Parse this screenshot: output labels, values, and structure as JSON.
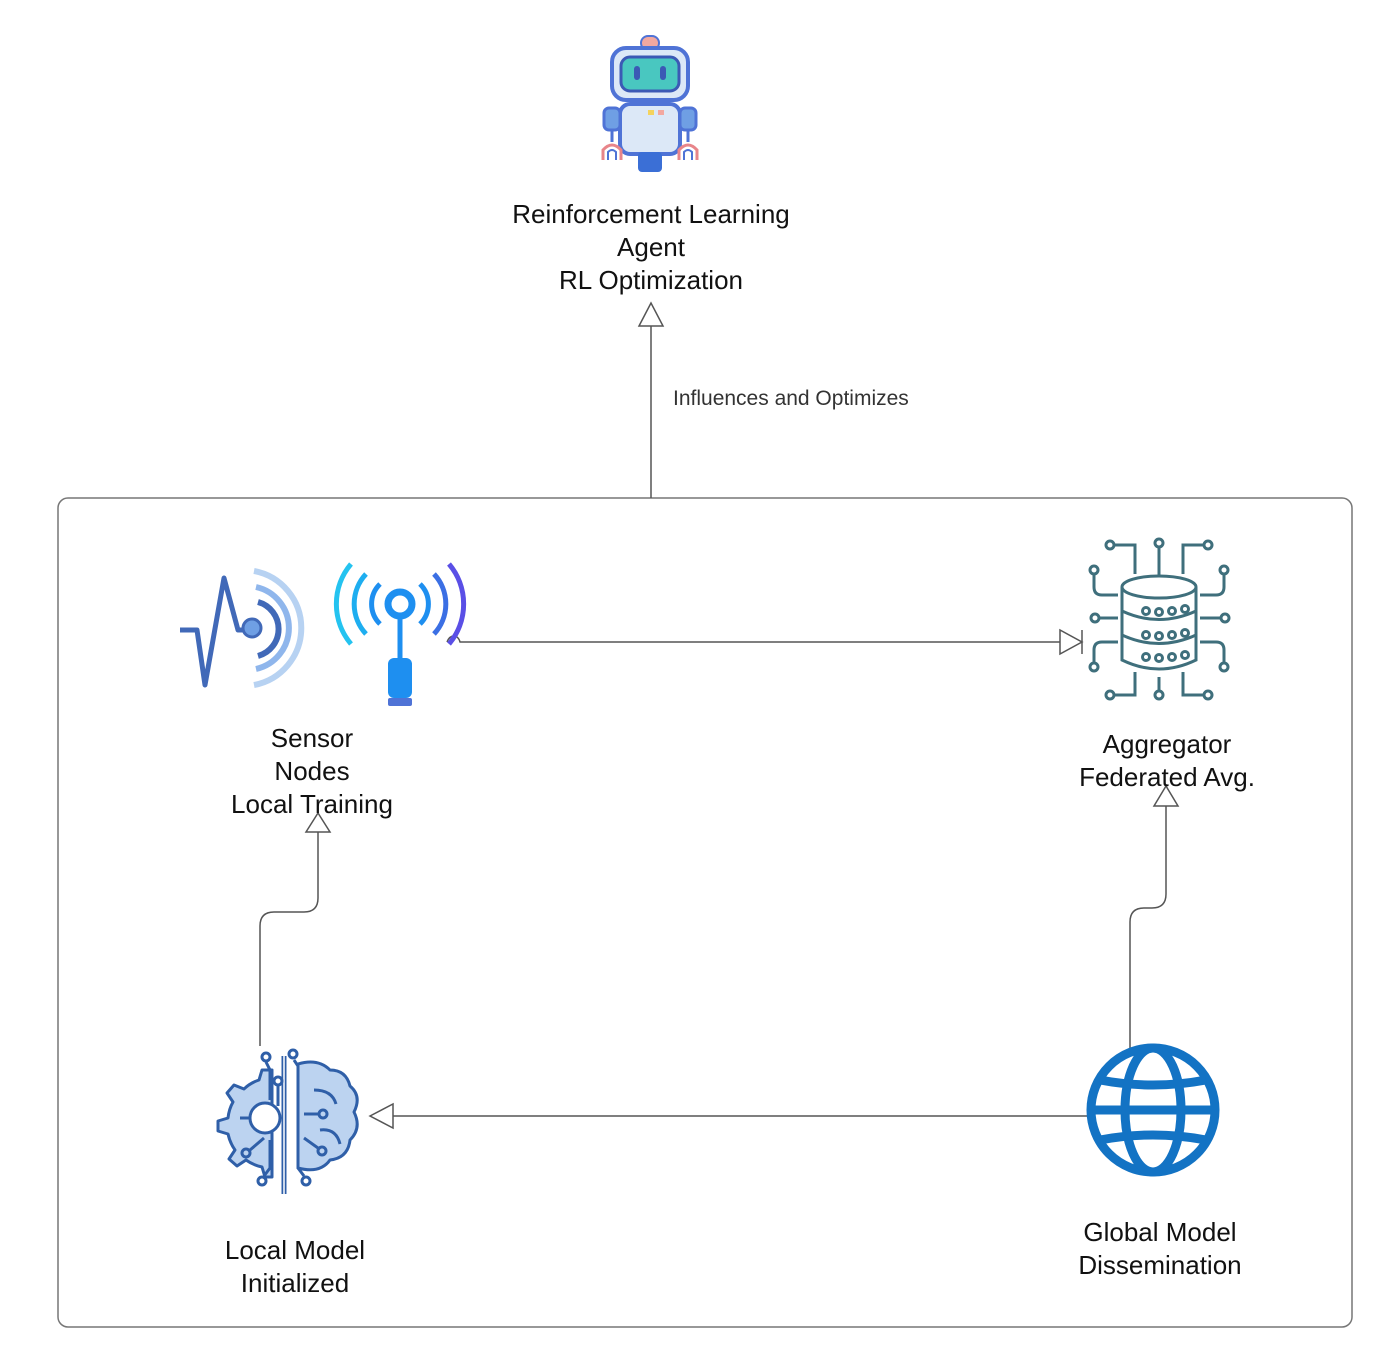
{
  "nodes": {
    "rl_agent": {
      "lines": [
        "Reinforcement Learning",
        "Agent",
        "RL Optimization"
      ],
      "icon": "robot-icon"
    },
    "sensor": {
      "lines": [
        "Sensor",
        "Nodes",
        "Local Training"
      ],
      "icon": "sensor-antenna-icon"
    },
    "aggregator": {
      "lines": [
        "Aggregator",
        "Federated Avg."
      ],
      "icon": "database-circuit-icon"
    },
    "local_model": {
      "lines": [
        "Local Model",
        "Initialized"
      ],
      "icon": "brain-gear-icon"
    },
    "global_model": {
      "lines": [
        "Global Model",
        "Dissemination"
      ],
      "icon": "globe-icon"
    }
  },
  "edges": {
    "cluster_to_rl": {
      "label": "Influences and Optimizes"
    }
  },
  "colors": {
    "stroke": "#555555",
    "robot_body": "#dce8f7",
    "robot_accent": "#4f73d6",
    "robot_screen": "#49c7c0",
    "sensor_blue": "#1e8ff0",
    "sensor_dark": "#4169b8",
    "database_teal": "#3f6f7c",
    "brain_blue": "#2f5fa8",
    "globe_blue": "#1373c4"
  }
}
